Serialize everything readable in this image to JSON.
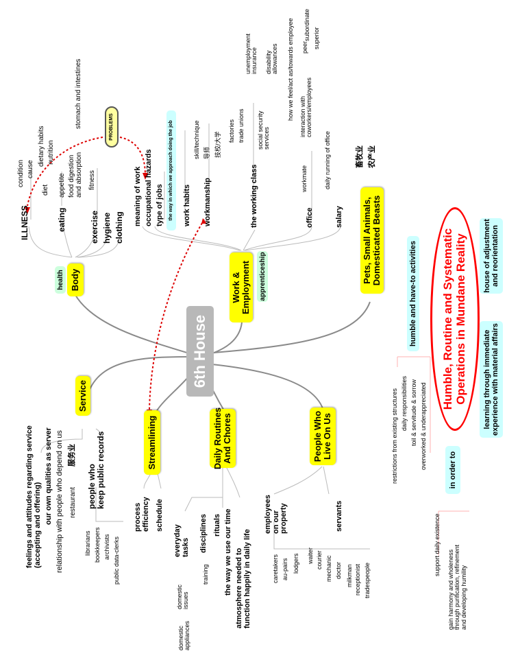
{
  "center": "6th House",
  "theme": {
    "title": "Humble, Routine and Systematic\nOperations in Mundane Reality",
    "note_left": "learning through immediate\nexperience with material affairs",
    "note_right": "house of adjustment\nand reorientation",
    "humble_activities": "humble and have-to activities",
    "in_order_to": "in order to",
    "restrictions": [
      "restrictions from existing structures",
      "daily responsibilities",
      "toil & servitude & sorrow",
      "overworked & underappreciated"
    ],
    "support": "support daily existence",
    "gain": "gain harmony and wholeness\nthrough purification, refinement\nand developing humility"
  },
  "body": {
    "title": "Body",
    "tag": "health",
    "illness": "ILLNESS",
    "illness_sub": [
      "condition",
      "cause"
    ],
    "eating": "eating",
    "diet": "diet",
    "dietary": "dietary habits",
    "nutrition": "nutrition",
    "appetite": "appetite",
    "digestion": "food digestion\nand absorption",
    "stomach": "stomach and intestines",
    "exercise": "exercise",
    "fitness": "fitness",
    "hygiene": "hygiene",
    "clothing": "clothing",
    "problems": "PROBLEMS"
  },
  "work": {
    "title": "Work &\nEmployment",
    "tag": "apprenticeship",
    "meaning": "meaning of work",
    "hazards": "occupational hazards",
    "type_jobs": "type of jobs",
    "way_job": "the way in which we approach doing the job",
    "habits": "work habits",
    "workmanship": "workmanship",
    "skill": "skill/technique",
    "mentor": "导师",
    "school": "技校/大学",
    "class": "the working class",
    "factories": "factories",
    "unions": "trade unions",
    "social": "social security\nservices",
    "unemployment": "unemployment\ninsurance",
    "disability": "disability\nallowances",
    "office": "office",
    "workmate": "workmate",
    "interaction": "interaction with\ncoworkers/employees",
    "feel": "how we feel/act as/towards employee",
    "peer": "peer",
    "subordinate": "subordinate",
    "superior": "superior",
    "running": "daily running of office",
    "salary": "salary"
  },
  "pets": {
    "title": "Pets, Small Animals,\nDomesticated Beasts",
    "sub": [
      "畜牧业",
      "农产业"
    ]
  },
  "service": {
    "title": "Service",
    "feelings": "feelings and attitudes regarding service\n(accepting and offering)",
    "qualities": "our own qualities as server",
    "relationship": "relationship with people who depend on us",
    "restaurant": "restaurant",
    "fuwu": "服务业",
    "records": "people who\nkeep public records",
    "record_list": [
      "librarians",
      "bookkeepers",
      "archivists",
      "public data-clerks"
    ]
  },
  "stream": {
    "title": "Streamlining",
    "process": "process\nefficiency",
    "schedule": "schedule"
  },
  "daily": {
    "title": "Daily Routines\nAnd Chores",
    "everyday": "everyday\ntasks",
    "domestic_issues": "domestic\nissues",
    "domestic_appliances": "domestic\nappliances",
    "disciplines": "disciplines",
    "training": "training",
    "rituals": "rituals",
    "time": "the way we use our time",
    "atmosphere": "atmosphere needed to\nfunction happily in daily life"
  },
  "people": {
    "title": "People Who\nLive On Us",
    "employees": "employees\non our\nproperty",
    "emp_list": [
      "caretakers",
      "au-pairs",
      "lodgers"
    ],
    "servants": "servants",
    "serv_list": [
      "waiter",
      "courier",
      "mechanic",
      "doctor",
      "milkman",
      "receptionist",
      "tradespeople"
    ]
  },
  "colors": {
    "node": "#ffff00",
    "tag": "#ccffdd",
    "note": "#ccffff",
    "accent": "#ff0000",
    "center": "#b8b8b8"
  }
}
